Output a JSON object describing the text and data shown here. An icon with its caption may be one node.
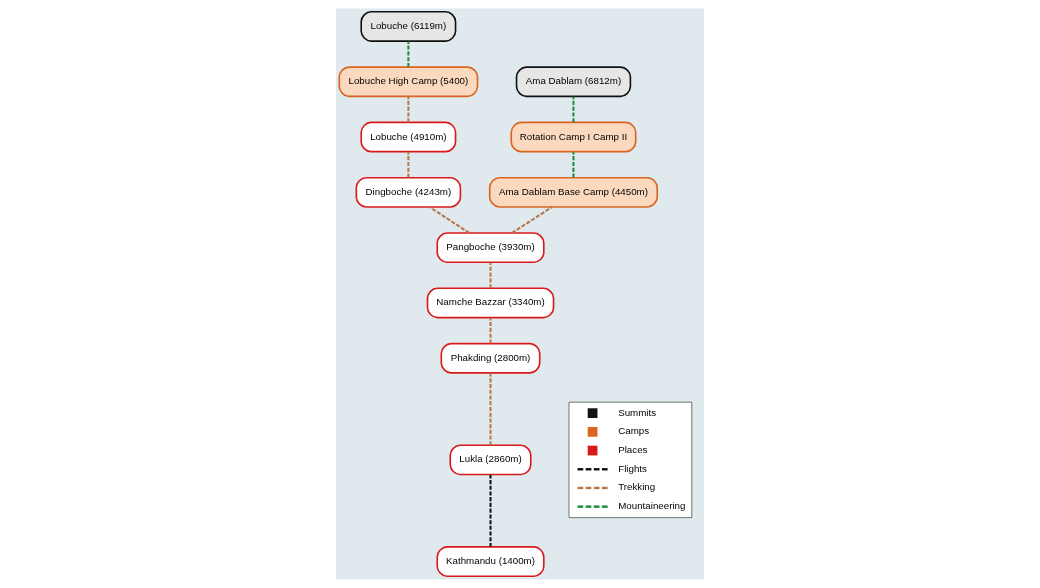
{
  "diagram": {
    "nodes": [
      {
        "text": [
          "Lobuche (6119m)"
        ]
      },
      {
        "text": [
          "Lobuche High Camp (5400)"
        ]
      },
      {
        "text": [
          "Lobuche (4910m)"
        ]
      },
      {
        "text": [
          "Ama Dablam (6812m)"
        ]
      },
      {
        "text": [
          "Dingboche (4243m)"
        ]
      },
      {
        "text": [
          "Rotation Camp I Camp II"
        ]
      },
      {
        "text": [
          "Pangboche (3930m)"
        ]
      },
      {
        "text": [
          "Ama Dablam Base Camp (4450m)"
        ]
      },
      {
        "text": [
          "Namche Bazzar (3340m)"
        ]
      },
      {
        "text": [
          "Phakding (2800m)"
        ]
      },
      {
        "text": [
          "Kathmandu (1400m)"
        ]
      },
      {
        "text": [
          "Lukla (2860m)"
        ]
      }
    ],
    "edges": [
      {
        "from": 10,
        "to": 11,
        "arrow": "none",
        "style": "dashed",
        "color": "#111111"
      },
      {
        "from": 11,
        "to": 9,
        "arrow": "none",
        "style": "dashed",
        "color": "#b8764a"
      },
      {
        "from": 9,
        "to": 8,
        "arrow": "none",
        "style": "dashed",
        "color": "#b8764a"
      },
      {
        "from": 8,
        "to": 6,
        "arrow": "none",
        "style": "dashed",
        "color": "#b8764a"
      },
      {
        "from": 6,
        "to": 4,
        "arrow": "none",
        "style": "dashed",
        "color": "#b8764a"
      },
      {
        "from": 4,
        "to": 2,
        "arrow": "none",
        "style": "dashed",
        "color": "#b8764a"
      },
      {
        "from": 2,
        "to": 1,
        "arrow": "none",
        "style": "dashed",
        "color": "#b8764a"
      },
      {
        "from": 1,
        "to": 0,
        "arrow": "none",
        "style": "dashed",
        "color": "#1f8a3c"
      },
      {
        "from": 6,
        "to": 7,
        "arrow": "none",
        "style": "dashed",
        "color": "#b8764a"
      },
      {
        "from": 7,
        "to": 5,
        "arrow": "none",
        "style": "dashed",
        "color": "#1f8a3c"
      },
      {
        "from": 5,
        "to": 3,
        "arrow": "none",
        "style": "dashed",
        "color": "#1f8a3c"
      }
    ],
    "legend": [
      {
        "text": "Summits"
      },
      {
        "text": "Camps"
      },
      {
        "text": "Places"
      },
      {
        "text": "Flights"
      },
      {
        "text": "Trekking"
      },
      {
        "text": "Mountaineering"
      }
    ]
  }
}
